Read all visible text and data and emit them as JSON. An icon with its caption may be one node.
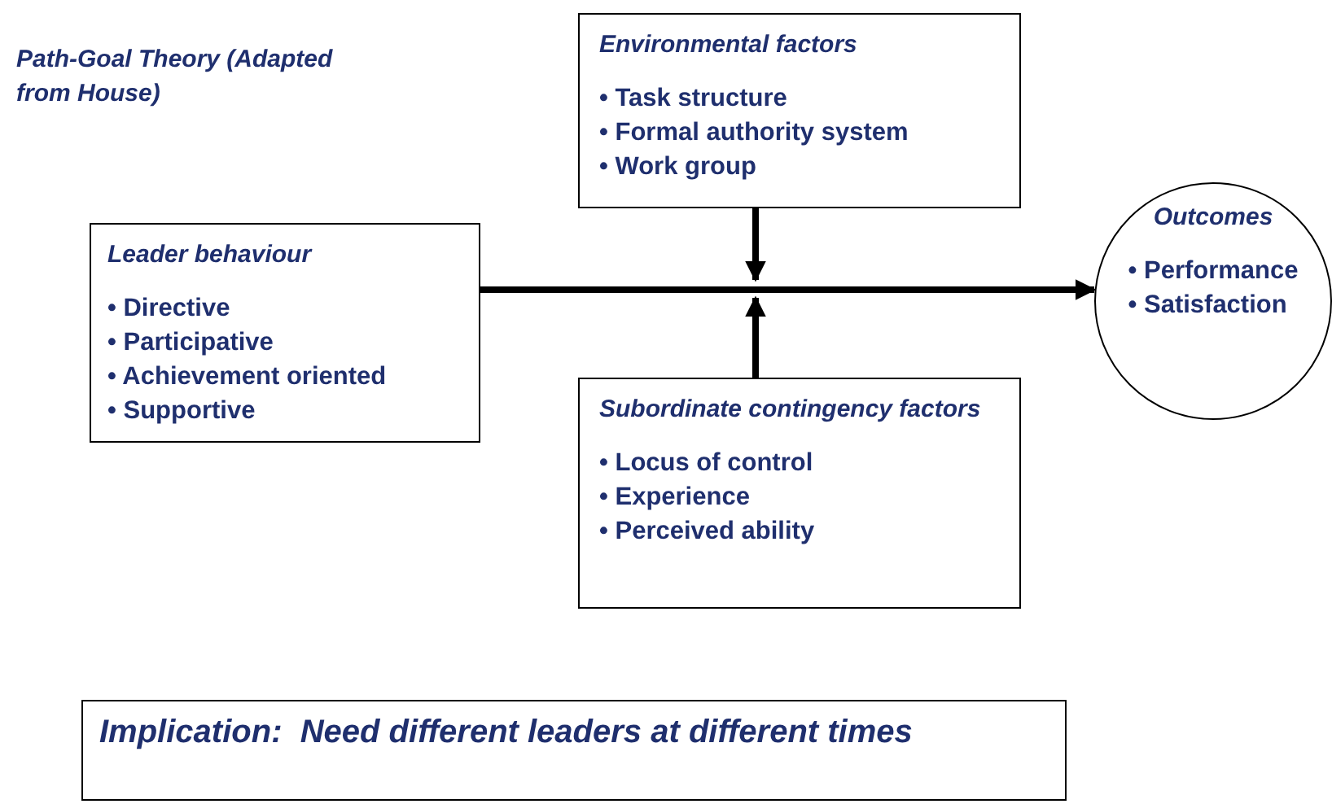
{
  "diagram": {
    "title": "Path-Goal Theory (Adapted from House)",
    "nodes": [
      {
        "text": [
          "Environmental factors",
          "• Task structure",
          "• Formal authority system",
          "• Work group"
        ]
      },
      {
        "text": [
          "Leader behaviour",
          "• Directive",
          "• Participative",
          "• Achievement oriented",
          "• Supportive"
        ]
      },
      {
        "text": [
          "Outcomes",
          "• Performance",
          "• Satisfaction"
        ]
      },
      {
        "text": [
          "Subordinate contingency factors",
          "• Locus of control",
          "• Experience",
          "• Perceived ability"
        ]
      },
      {
        "text": [
          "Implication:  Need different leaders at different times"
        ]
      }
    ],
    "edges": [
      {
        "from": 1,
        "to": 2,
        "arrow": "to"
      },
      {
        "from": 0,
        "to": null,
        "arrow": "to"
      },
      {
        "from": 3,
        "to": null,
        "arrow": "to"
      }
    ]
  }
}
